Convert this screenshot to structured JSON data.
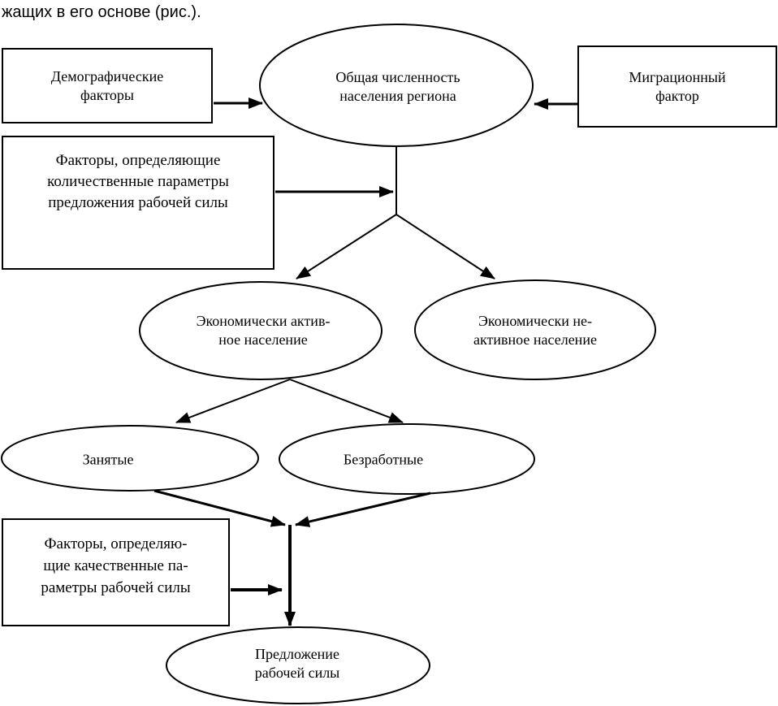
{
  "caption": "жащих в его основе (рис.).",
  "diagram": {
    "boxes": [
      {
        "id": "demographic-factors",
        "label": "Демографические\nфакторы"
      },
      {
        "id": "migration-factor",
        "label": "Миграционный\nфактор"
      },
      {
        "id": "quantitative-factors",
        "label": "Факторы, определяющие\nколичественные параметры\nпредложения рабочей силы"
      },
      {
        "id": "qualitative-factors",
        "label": "Факторы, определяю-\nщие качественные па-\nраметры рабочей силы"
      }
    ],
    "ellipses": [
      {
        "id": "total-population",
        "label": "Общая численность\nнаселения региона"
      },
      {
        "id": "economically-active",
        "label": "Экономически актив-\nное население"
      },
      {
        "id": "economically-inactive",
        "label": "Экономически не-\nактивное население"
      },
      {
        "id": "employed",
        "label": "Занятые"
      },
      {
        "id": "unemployed",
        "label": "Безработные"
      },
      {
        "id": "labor-supply",
        "label": "Предложение\nрабочей силы"
      }
    ],
    "colors": {
      "line": "#000000",
      "fill": "#ffffff"
    }
  }
}
